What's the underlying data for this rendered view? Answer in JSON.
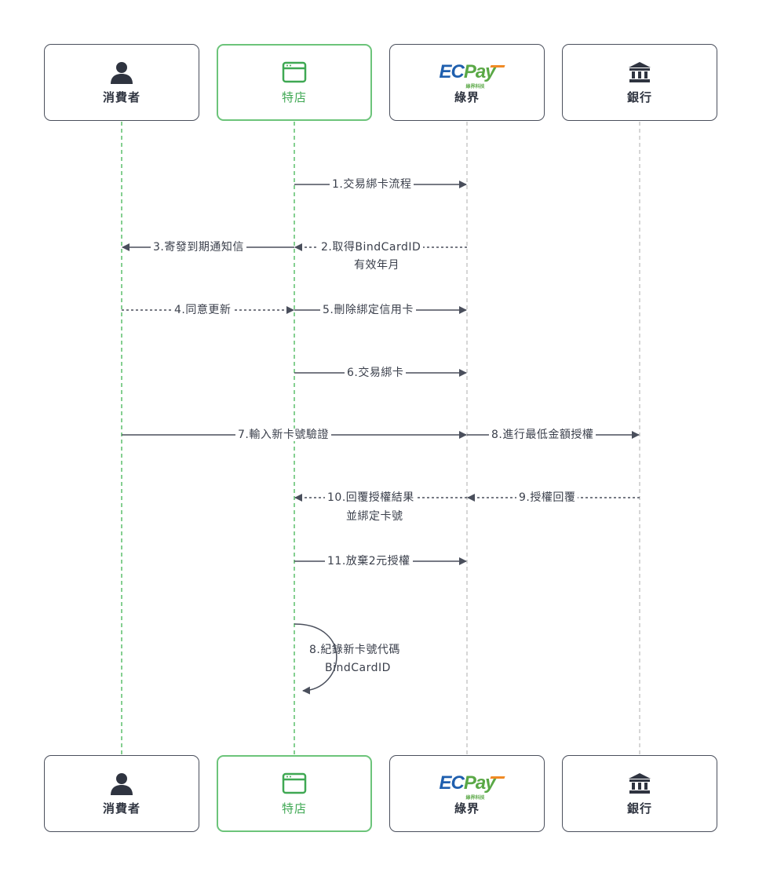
{
  "actors": [
    {
      "label": "消費者",
      "icon": "person-icon"
    },
    {
      "label": "特店",
      "icon": "browser-window-icon"
    },
    {
      "label": "綠界",
      "icon": "ecpay-logo",
      "logo_text_ec": "EC",
      "logo_text_pay": "Pay",
      "logo_sub": "綠界科技"
    },
    {
      "label": "銀行",
      "icon": "bank-icon"
    }
  ],
  "messages": [
    {
      "text": "1.交易綁卡流程",
      "from": "特店",
      "to": "綠界",
      "style": "solid"
    },
    {
      "text": "2.取得BindCardID",
      "text2": "有效年月",
      "from": "綠界",
      "to": "特店",
      "style": "dashed"
    },
    {
      "text": "3.寄發到期通知信",
      "from": "特店",
      "to": "消費者",
      "style": "solid"
    },
    {
      "text": "4.同意更新",
      "from": "消費者",
      "to": "特店",
      "style": "dashed"
    },
    {
      "text": "5.刪除綁定信用卡",
      "from": "特店",
      "to": "綠界",
      "style": "solid"
    },
    {
      "text": "6.交易綁卡",
      "from": "特店",
      "to": "綠界",
      "style": "solid"
    },
    {
      "text": "7.輸入新卡號驗證",
      "from": "消費者",
      "to": "綠界",
      "style": "solid"
    },
    {
      "text": "8.進行最低金額授權",
      "from": "綠界",
      "to": "銀行",
      "style": "solid"
    },
    {
      "text": "9.授權回覆",
      "from": "銀行",
      "to": "綠界",
      "style": "dashed"
    },
    {
      "text": "10.回覆授權結果",
      "text2": "並綁定卡號",
      "from": "綠界",
      "to": "特店",
      "style": "dashed"
    },
    {
      "text": "11.放棄2元授權",
      "from": "特店",
      "to": "綠界",
      "style": "solid"
    },
    {
      "text": "8.紀錄新卡號代碼",
      "text2": "BindCardID",
      "from": "特店",
      "to": "特店",
      "style": "self"
    }
  ],
  "colors": {
    "lifeline_green": "#5cbf6c",
    "lifeline_gray": "#bbbbbb",
    "arrow": "#4a4f5c",
    "merchant_border": "#6cc47a",
    "merchant_text": "#3fa853",
    "ecpay_blue": "#1f5fae",
    "ecpay_green": "#5aa846",
    "ecpay_orange": "#f08a24"
  }
}
